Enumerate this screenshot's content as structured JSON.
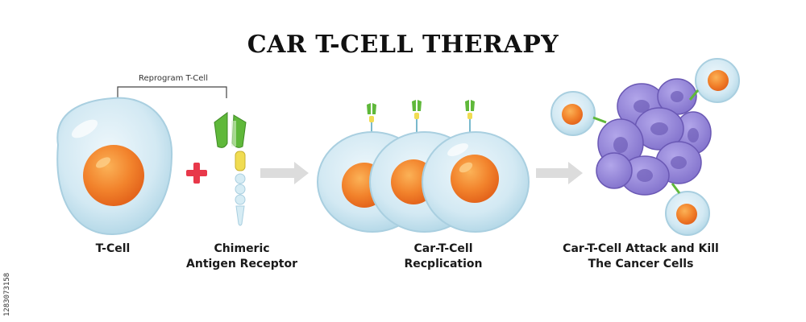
{
  "title": "CAR T-CELL THERAPY",
  "bracket_label": "Reprogram T-Cell",
  "labels": {
    "tcell": "T-Cell",
    "car_line1": "Chimeric",
    "car_line2": "Antigen Receptor",
    "rep_line1": "Car-T-Cell",
    "rep_line2": "Recplication",
    "attack_line1": "Car-T-Cell Attack and Kill",
    "attack_line2": "The Cancer Cells"
  },
  "stock_id": "1283073158",
  "colors": {
    "cell_body": "#dcedf5",
    "cell_edge": "#a9cfe0",
    "nucleus": "#f07a28",
    "nucleus_light": "#f9a04a",
    "receptor_green": "#5fb83a",
    "receptor_yellow": "#f0dc52",
    "cancer": "#9585d6",
    "cancer_dark": "#6a58b4",
    "plus": "#e8384a",
    "arrow": "#dcdcdc"
  }
}
